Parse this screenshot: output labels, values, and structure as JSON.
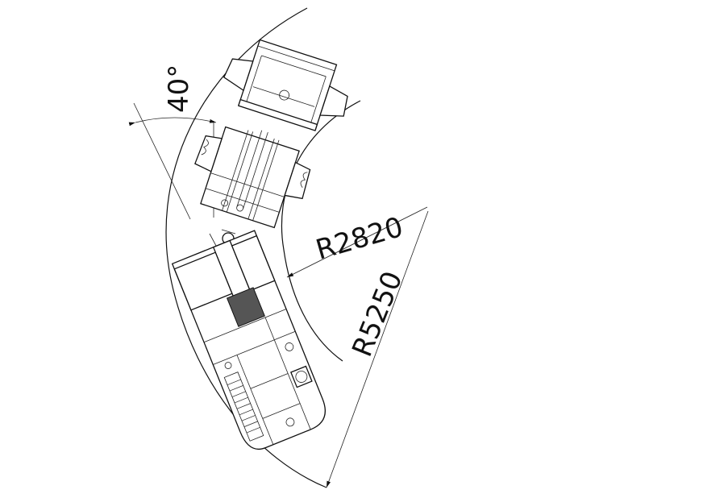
{
  "drawing": {
    "angle_label": "40°",
    "inner_radius_label": "R2820",
    "outer_radius_label": "R5250"
  }
}
